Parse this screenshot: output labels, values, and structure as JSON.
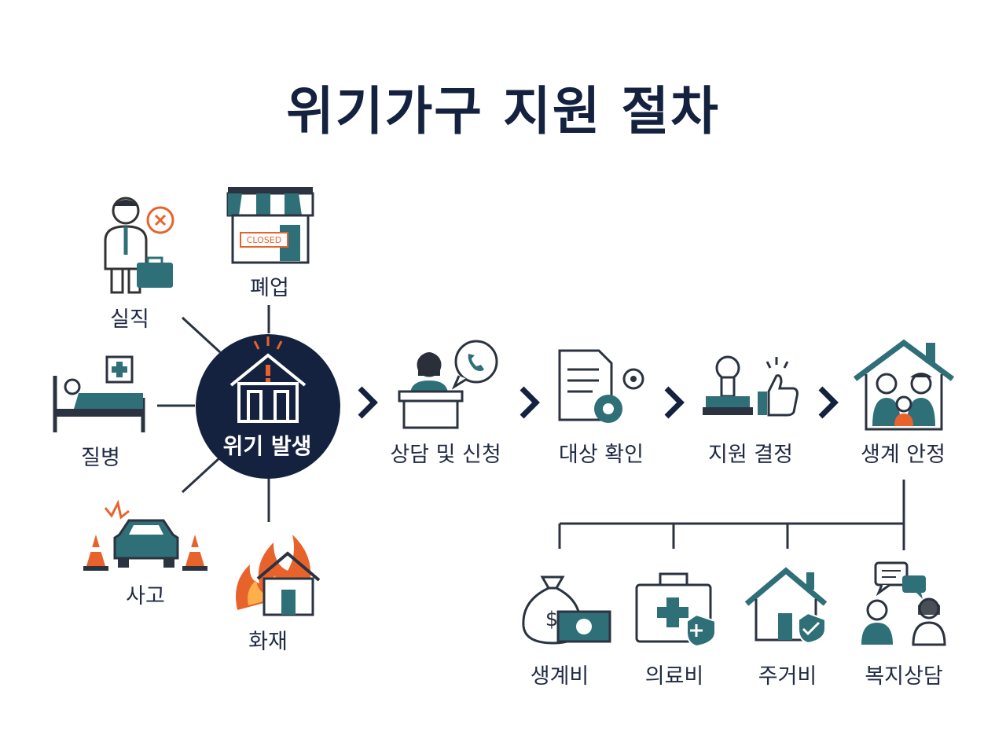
{
  "title": "위기가구 지원 절차",
  "center": {
    "label": "위기 발생"
  },
  "causes": [
    {
      "label": "실직",
      "icon": "unemployed-person-icon"
    },
    {
      "label": "폐업",
      "icon": "closed-shop-icon",
      "sign": "CLOSED"
    },
    {
      "label": "질병",
      "icon": "hospital-bed-icon"
    },
    {
      "label": "사고",
      "icon": "car-accident-icon"
    },
    {
      "label": "화재",
      "icon": "house-fire-icon"
    }
  ],
  "steps": [
    {
      "label": "상담 및 신청",
      "icon": "counseling-desk-icon"
    },
    {
      "label": "대상 확인",
      "icon": "document-check-icon"
    },
    {
      "label": "지원 결정",
      "icon": "approval-stamp-icon"
    },
    {
      "label": "생계 안정",
      "icon": "family-home-icon"
    }
  ],
  "supports": [
    {
      "label": "생계비",
      "icon": "money-bag-icon"
    },
    {
      "label": "의료비",
      "icon": "medical-kit-icon"
    },
    {
      "label": "주거비",
      "icon": "house-shield-icon"
    },
    {
      "label": "복지상담",
      "icon": "welfare-consult-icon"
    }
  ],
  "colors": {
    "navy": "#14223f",
    "teal": "#2e6f78",
    "orange": "#e8632c",
    "gray": "#444c58"
  }
}
